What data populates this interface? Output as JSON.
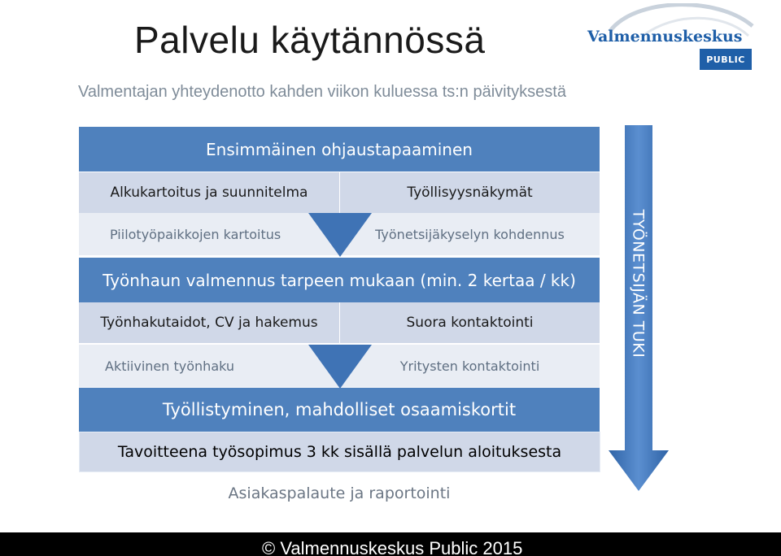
{
  "title": "Palvelu käytännössä",
  "subtitle": "Valmentajan yhteydenotto kahden viikon kuluessa ts:n päivityksestä",
  "logo": {
    "name": "Valmennuskeskus",
    "badge": "PUBLIC"
  },
  "flow": {
    "stage1": {
      "header": "Ensimmäinen ohjaustapaaminen",
      "left_main": "Alkukartoitus ja suunnitelma",
      "right_main": "Työllisyysnäkymät",
      "left_sub": "Piilotyöpaikkojen kartoitus",
      "right_sub": "Työnetsijäkyselyn kohdennus"
    },
    "stage2": {
      "header": "Työnhaun valmennus tarpeen mukaan (min. 2 kertaa / kk)",
      "left_main": "Työnhakutaidot, CV ja hakemus",
      "right_main": "Suora kontaktointi",
      "left_sub": "Aktiivinen työnhaku",
      "right_sub": "Yritysten kontaktointi"
    },
    "stage3": {
      "header": "Työllistyminen, mahdolliset osaamiskortit"
    },
    "goal": "Tavoitteena työsopimus 3 kk sisällä palvelun aloituksesta",
    "feedback": "Asiakaspalaute ja raportointi"
  },
  "side_support": "TYÖNETSIJÄN TUKI",
  "footer": "© Valmennuskeskus Public 2015",
  "colors": {
    "primary": "#4f81bd",
    "light": "#d0d8e8",
    "pale": "#e9edf4",
    "logo": "#1f5fa8"
  },
  "icons": [
    "down-arrow-icon",
    "side-down-arrow-icon"
  ]
}
